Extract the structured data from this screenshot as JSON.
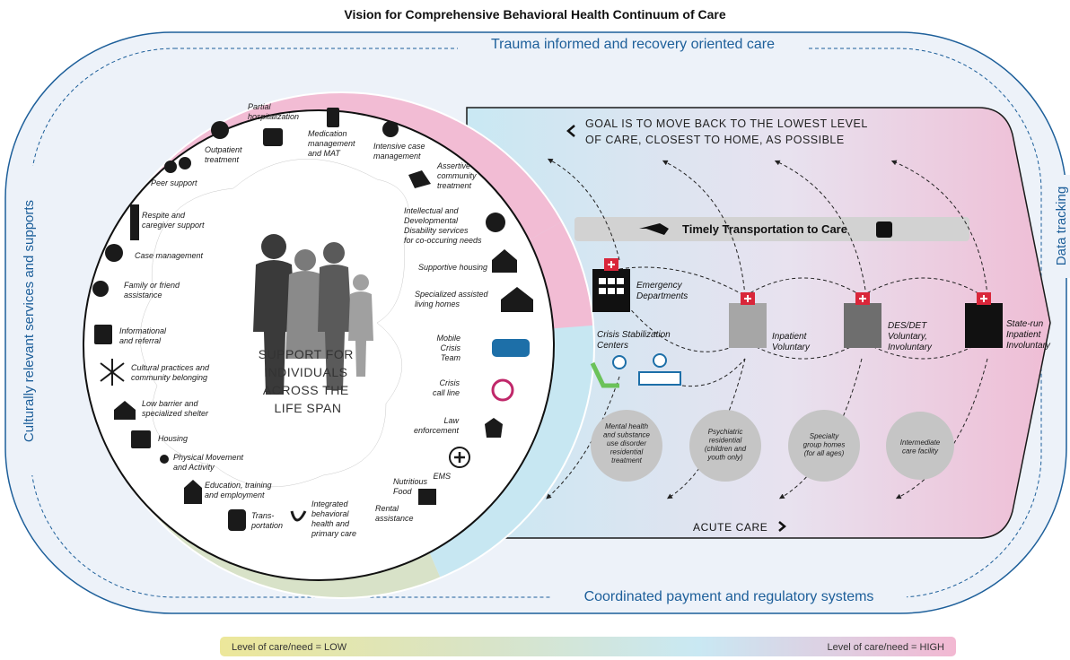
{
  "title": "Vision for Comprehensive Behavioral Health Continuum of Care",
  "frame": {
    "top": "Trauma informed and recovery oriented care",
    "bottom": "Coordinated payment and regulatory systems",
    "left": "Culturally relevant services and supports",
    "right": "Data tracking"
  },
  "center": [
    "SUPPORT FOR",
    "INDIVIDUALS",
    "ACROSS THE",
    "LIFE SPAN"
  ],
  "pink_ring": [
    [
      "Peer support"
    ],
    [
      "Outpatient",
      "treatment"
    ],
    [
      "Partial",
      "hospitalization"
    ],
    [
      "Medication",
      "management",
      "and MAT"
    ],
    [
      "Intensive case",
      "management"
    ],
    [
      "Assertive",
      "community",
      "treatment"
    ],
    [
      "Intellectual and",
      "Developmental",
      "Disability services",
      "for co-occuring needs"
    ],
    [
      "Supportive housing"
    ],
    [
      "Specialized assisted",
      "living homes"
    ]
  ],
  "yellow_ring": [
    [
      "Respite and",
      "caregiver support"
    ],
    [
      "Case management"
    ],
    [
      "Family or friend",
      "assistance"
    ],
    [
      "Informational",
      "and referral"
    ],
    [
      "Cultural practices and",
      "community belonging"
    ]
  ],
  "green_ring": [
    [
      "Low barrier and",
      "specialized shelter"
    ],
    [
      "Housing"
    ],
    [
      "Physical Movement",
      "and Activity"
    ],
    [
      "Education, training",
      "and employment"
    ],
    [
      "Trans-",
      "portation"
    ],
    [
      "Integrated",
      "behavioral",
      "health and",
      "primary care"
    ],
    [
      "Rental",
      "assistance"
    ],
    [
      "Nutritious",
      "Food"
    ]
  ],
  "blue_ring": [
    [
      "Mobile",
      "Crisis",
      "Team"
    ],
    [
      "Crisis",
      "call line"
    ],
    [
      "Law",
      "enforcement"
    ],
    [
      "EMS"
    ]
  ],
  "goal": [
    "GOAL IS TO MOVE BACK TO THE LOWEST LEVEL",
    "OF CARE, CLOSEST TO HOME, AS POSSIBLE"
  ],
  "transport": "Timely Transportation to Care",
  "facilities": [
    [
      "Emergency",
      "Departments"
    ],
    [
      "Crisis Stabilization",
      "Centers"
    ],
    [
      "Inpatient",
      "Voluntary"
    ],
    [
      "DES/DET",
      "Voluntary,",
      "Involuntary"
    ],
    [
      "State-run",
      "Inpatient",
      "Involuntary"
    ]
  ],
  "bubbles": [
    [
      "Mental health",
      "and substance",
      "use disorder",
      "residential",
      "treatment"
    ],
    [
      "Psychiatric",
      "residential",
      "(children and",
      "youth only)"
    ],
    [
      "Specialty",
      "group homes",
      "(for all ages)"
    ],
    [
      "Intermediate",
      "care facility"
    ]
  ],
  "acute": "ACUTE CARE",
  "legend": {
    "low": "Level of care/need = LOW",
    "high": "Level of care/need = HIGH"
  },
  "colors": {
    "pink": "#f2bcd4",
    "yellow": "#ede6a0",
    "green": "#d8e2c8",
    "blue": "#c7e7f2",
    "frame_blue": "#1d5f9a"
  }
}
